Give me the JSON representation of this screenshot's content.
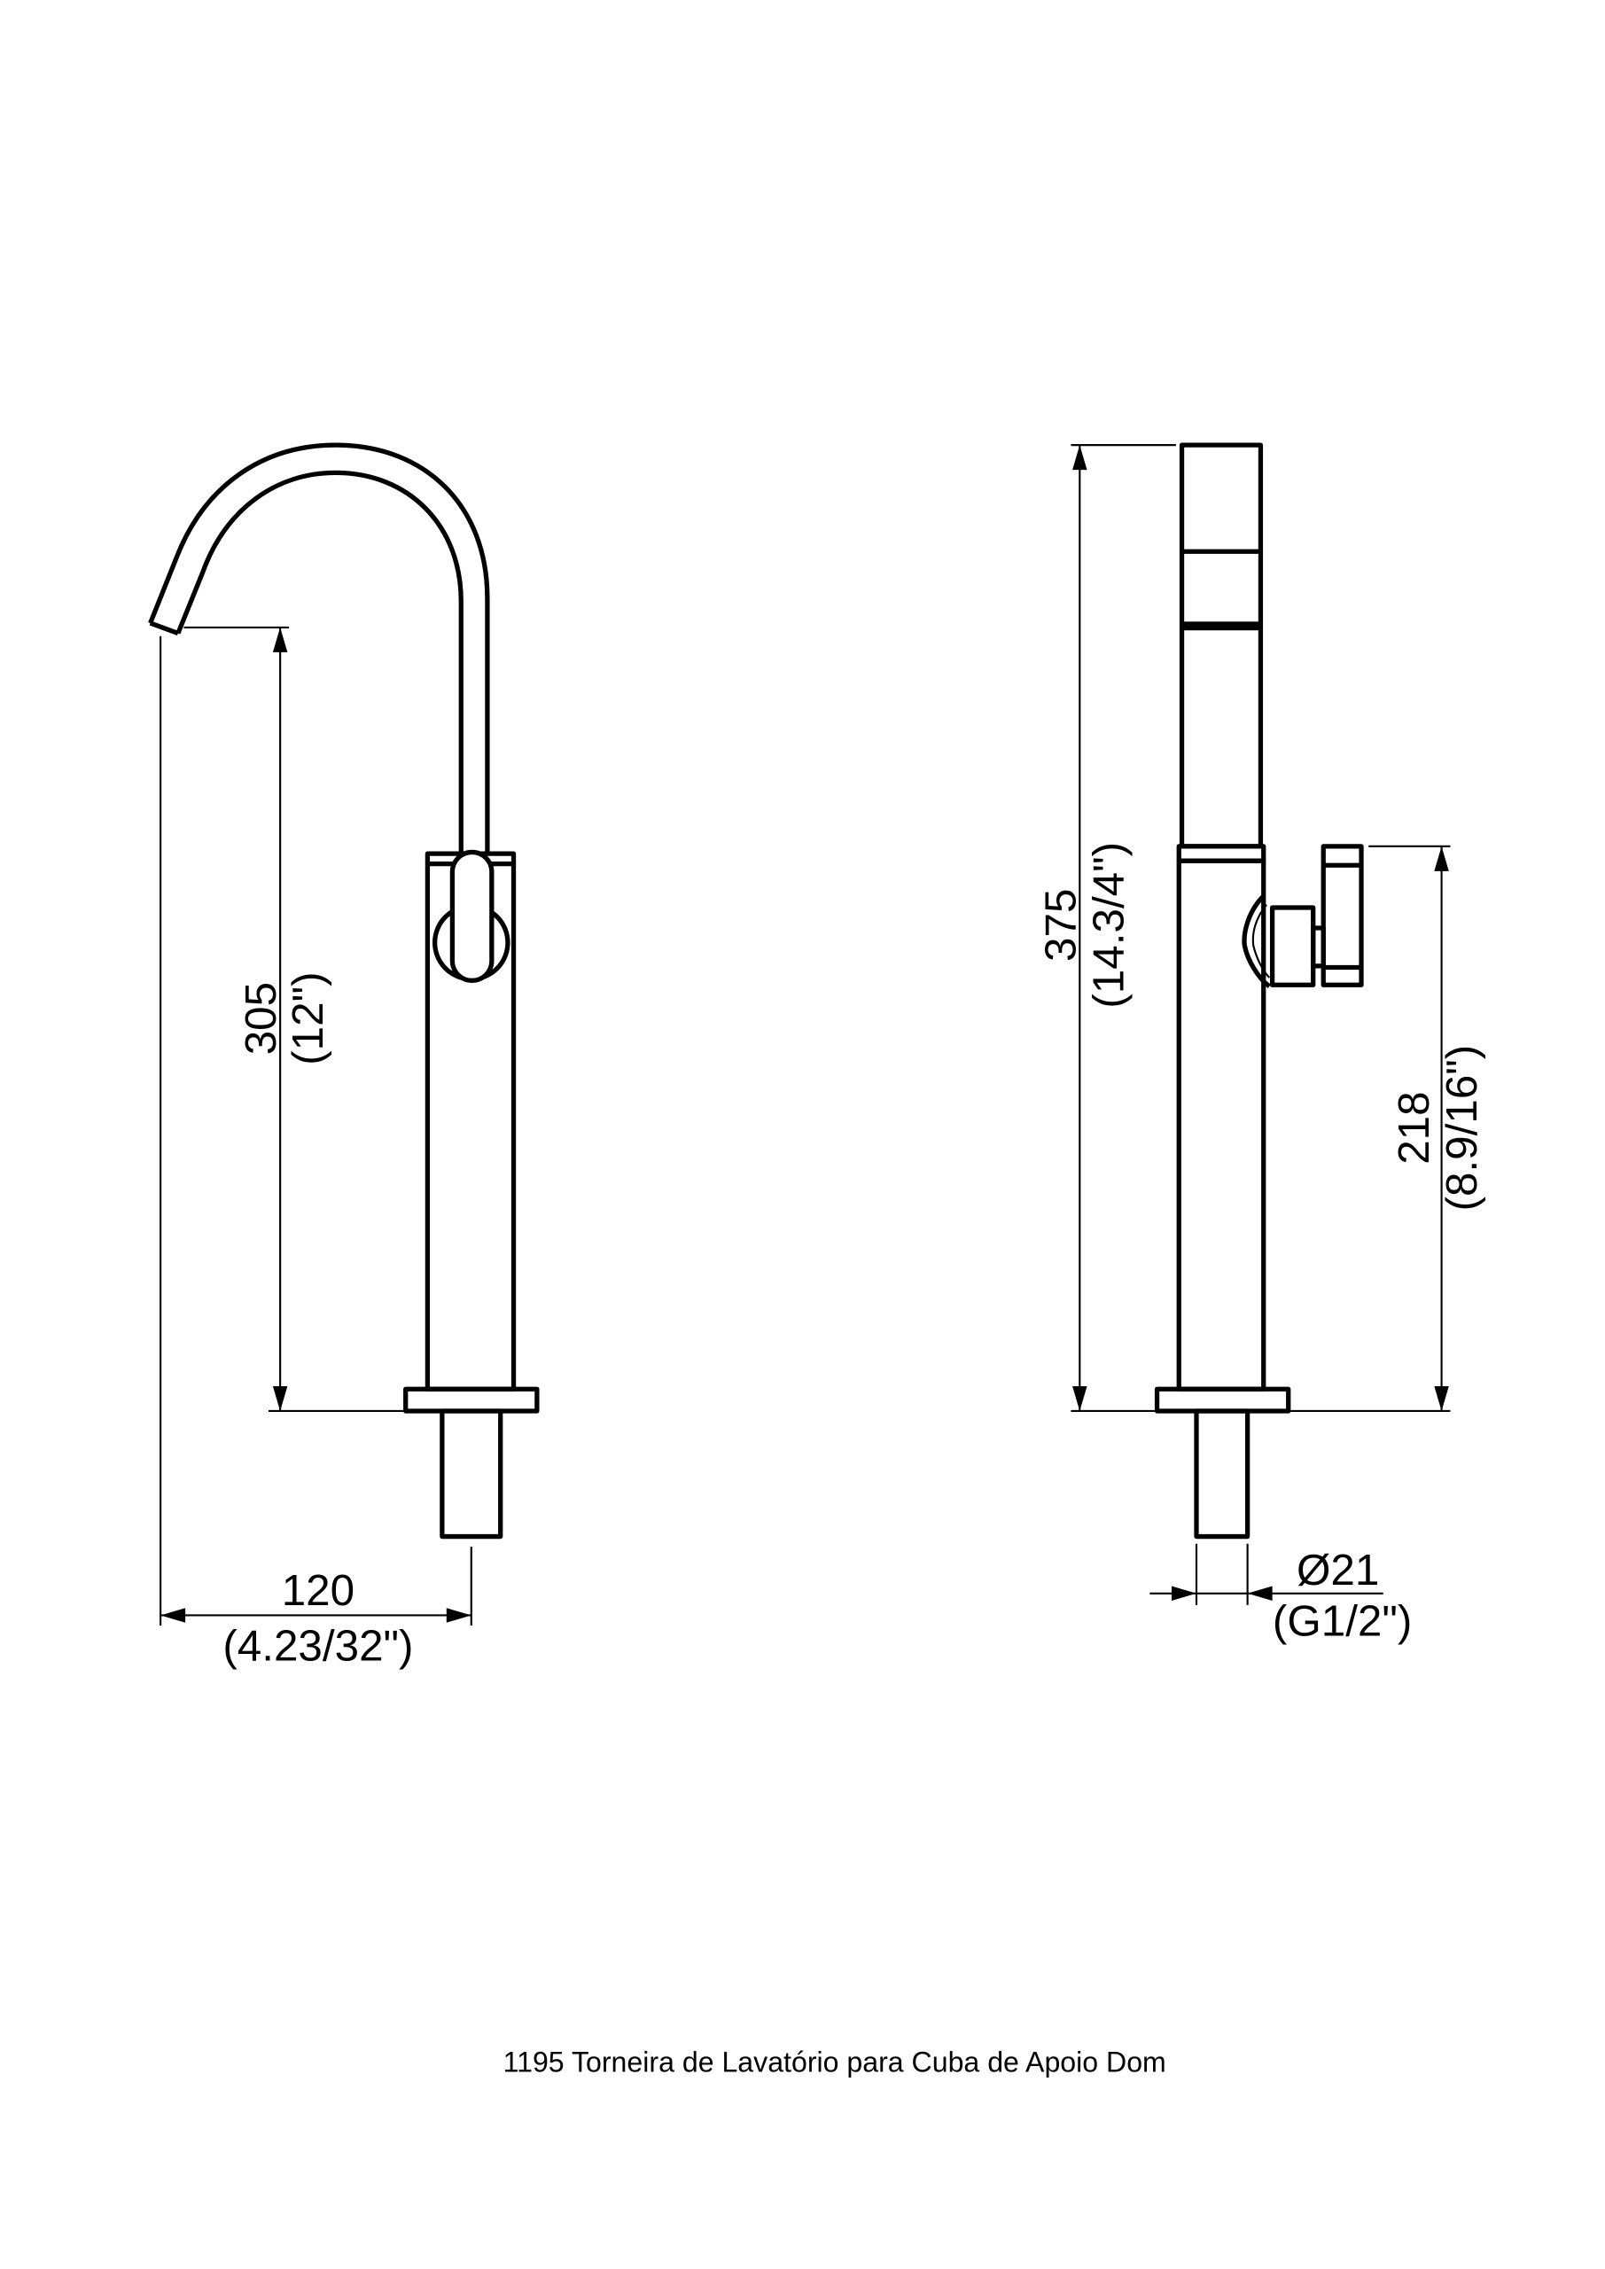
{
  "document": {
    "caption": "1195 Torneira de Lavatório para Cuba de Apoio Dom"
  },
  "front_view": {
    "spout_height": {
      "mm": "305",
      "inch": "(12\")"
    },
    "spout_reach": {
      "mm": "120",
      "inch": "(4.23/32\")"
    }
  },
  "side_view": {
    "total_height": {
      "mm": "375",
      "inch": "(14.3/4\")"
    },
    "handle_height": {
      "mm": "218",
      "inch": "(8.9/16\")"
    },
    "connection": {
      "diameter": "Ø21",
      "thread": "(G1/2\")"
    }
  }
}
